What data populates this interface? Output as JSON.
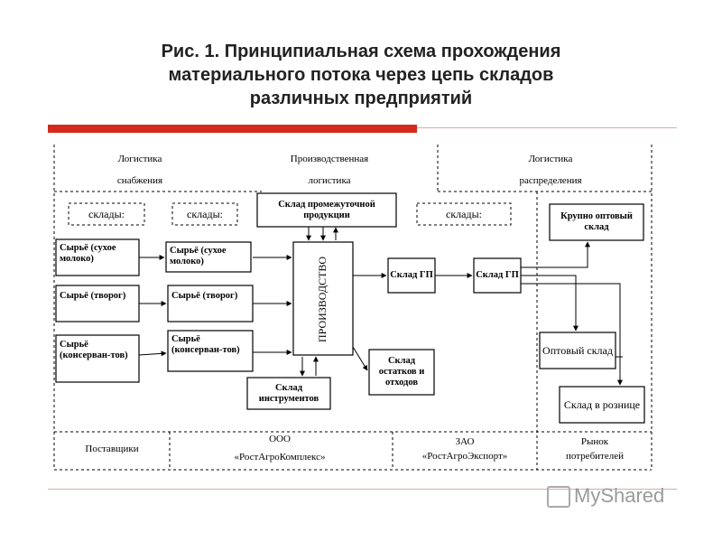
{
  "title": {
    "line1": "Рис. 1. Принципиальная схема прохождения",
    "line2": "материального потока через цепь складов",
    "line3": "различных предприятий"
  },
  "header": {
    "col1_line1": "Логистика",
    "col1_line2": "снабжения",
    "col2_line1": "Производственная",
    "col2_line2": "логистика",
    "col3_line1": "Логистика",
    "col3_line2": "распределения"
  },
  "sklady_label": "склады:",
  "boxes": {
    "intermediate": "Склад промежуточной продукции",
    "production": "ПРОИЗВОДСТВО",
    "gp1": "Склад ГП",
    "gp2": "Склад ГП",
    "wholesale_large": "Крупно оптовый склад",
    "wholesale": "Оптовый склад",
    "retail": "Склад в рознице",
    "tools": "Склад инструментов",
    "waste": "Склад остатков и отходов"
  },
  "raw_left": [
    "Сырьё (сухое молоко)",
    "Сырьё (творог)",
    "Сырьё (консерван-тов)"
  ],
  "raw_mid": [
    "Сырьё (сухое молоко)",
    "Сырьё (творог)",
    "Сырьё (консерван-тов)"
  ],
  "footer": {
    "suppliers": "Поставщики",
    "ooo_line1": "ООО",
    "ooo_line2": "«РостАгроКомплекс»",
    "zao_line1": "ЗАО",
    "zao_line2": "«РостАгроЭкспорт»",
    "market_line1": "Рынок",
    "market_line2": "потребителей"
  },
  "logo": "MyShared"
}
